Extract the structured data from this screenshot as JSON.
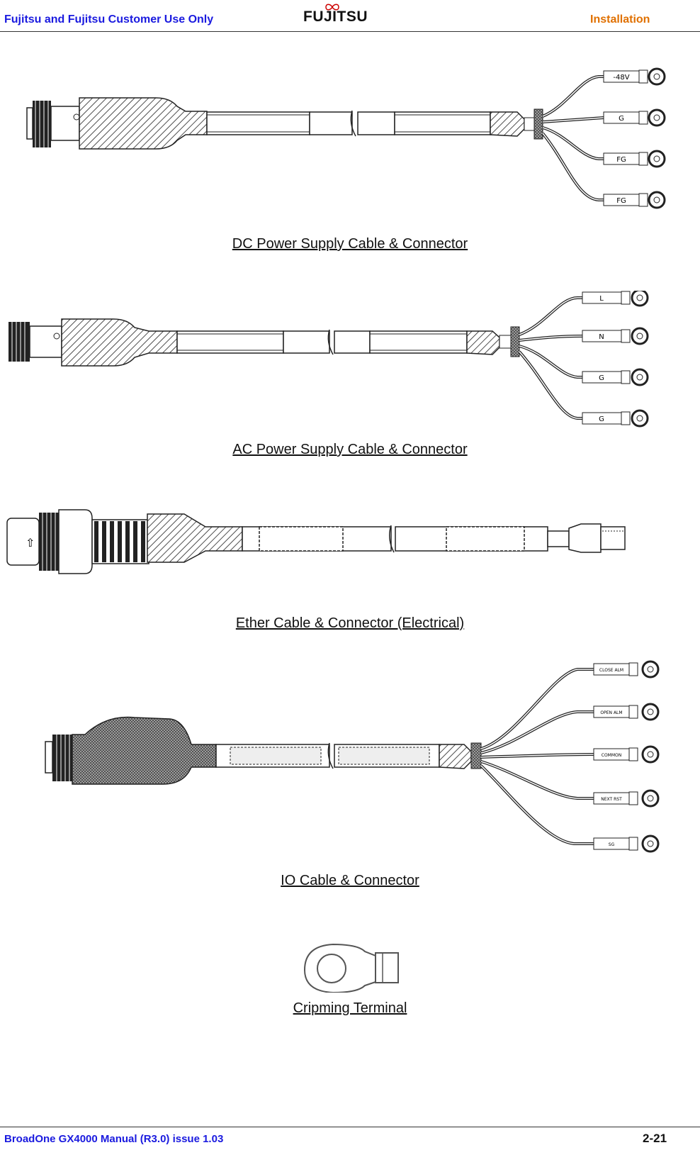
{
  "header": {
    "left_text": "Fujitsu and Fujitsu Customer Use Only",
    "logo_text": "FUJITSU",
    "right_text": "Installation"
  },
  "figures": [
    {
      "caption": "DC Power Supply Cable & Connector",
      "terminal_labels": [
        "-48V",
        "G",
        "FG",
        "FG"
      ]
    },
    {
      "caption": "AC Power Supply Cable & Connector",
      "terminal_labels": [
        "L",
        "N",
        "G",
        "G"
      ]
    },
    {
      "caption": "Ether Cable & Connector (Electrical)"
    },
    {
      "caption": "IO Cable & Connector",
      "terminal_labels": [
        "CLOSE ALM",
        "OPEN ALM",
        "COMMON",
        "NEXT RST",
        "SG"
      ]
    },
    {
      "caption": "Cripming Terminal"
    }
  ],
  "footer": {
    "left_text": "BroadOne GX4000 Manual (R3.0) issue 1.03",
    "page_number": "2-21"
  }
}
